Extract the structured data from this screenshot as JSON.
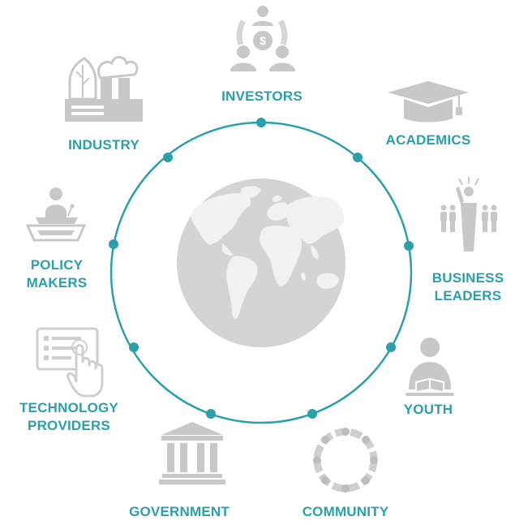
{
  "colors": {
    "accent": "#2aa0ad",
    "icon_gray": "#c8c8c8",
    "icon_dark": "#b6b6b6",
    "globe": "#d4d4d4",
    "land": "#f1f1f1"
  },
  "stakeholders": [
    {
      "id": "investors",
      "lines": [
        "INVESTORS"
      ],
      "icon": "investors-icon"
    },
    {
      "id": "academics",
      "lines": [
        "ACADEMICS"
      ],
      "icon": "graduation-cap-icon"
    },
    {
      "id": "business-leaders",
      "lines": [
        "BUSINESS",
        "LEADERS"
      ],
      "icon": "business-leader-icon"
    },
    {
      "id": "youth",
      "lines": [
        "YOUTH"
      ],
      "icon": "reading-student-icon"
    },
    {
      "id": "community",
      "lines": [
        "COMMUNITY"
      ],
      "icon": "community-ring-icon"
    },
    {
      "id": "government",
      "lines": [
        "GOVERNMENT"
      ],
      "icon": "government-building-icon"
    },
    {
      "id": "technology-providers",
      "lines": [
        "TECHNOLOGY",
        "PROVIDERS"
      ],
      "icon": "touchscreen-hand-icon"
    },
    {
      "id": "policy-makers",
      "lines": [
        "POLICY",
        "MAKERS"
      ],
      "icon": "podium-speaker-icon"
    },
    {
      "id": "industry",
      "lines": [
        "INDUSTRY"
      ],
      "icon": "factory-leaf-icon"
    }
  ]
}
